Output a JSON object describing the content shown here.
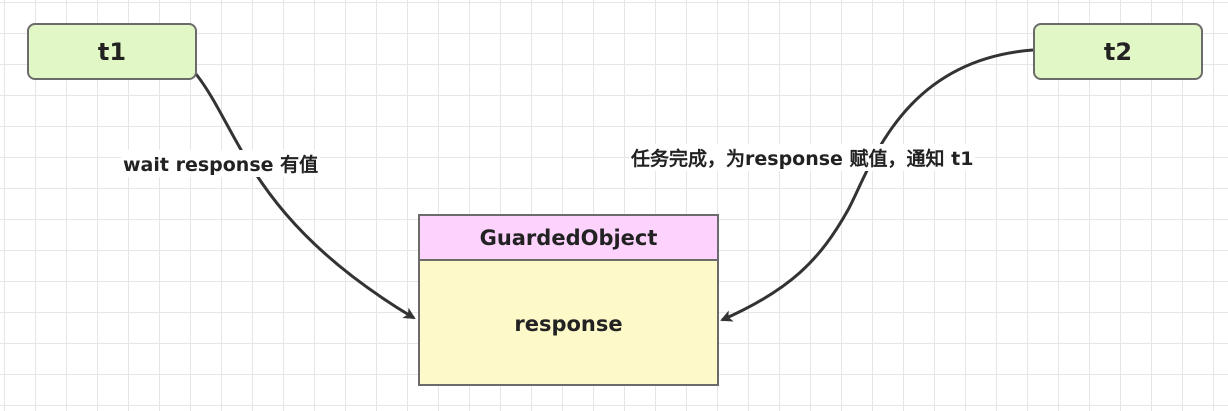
{
  "nodes": {
    "t1": "t1",
    "t2": "t2"
  },
  "edges": {
    "t1_label": "wait response 有值",
    "t2_label": "任务完成，为response 赋值，通知 t1"
  },
  "object": {
    "title": "GuardedObject",
    "field": "response"
  },
  "colors": {
    "thread_fill": "#e2f7c6",
    "header_fill": "#fdd3fd",
    "body_fill": "#fdf9c9",
    "line": "#333333"
  }
}
